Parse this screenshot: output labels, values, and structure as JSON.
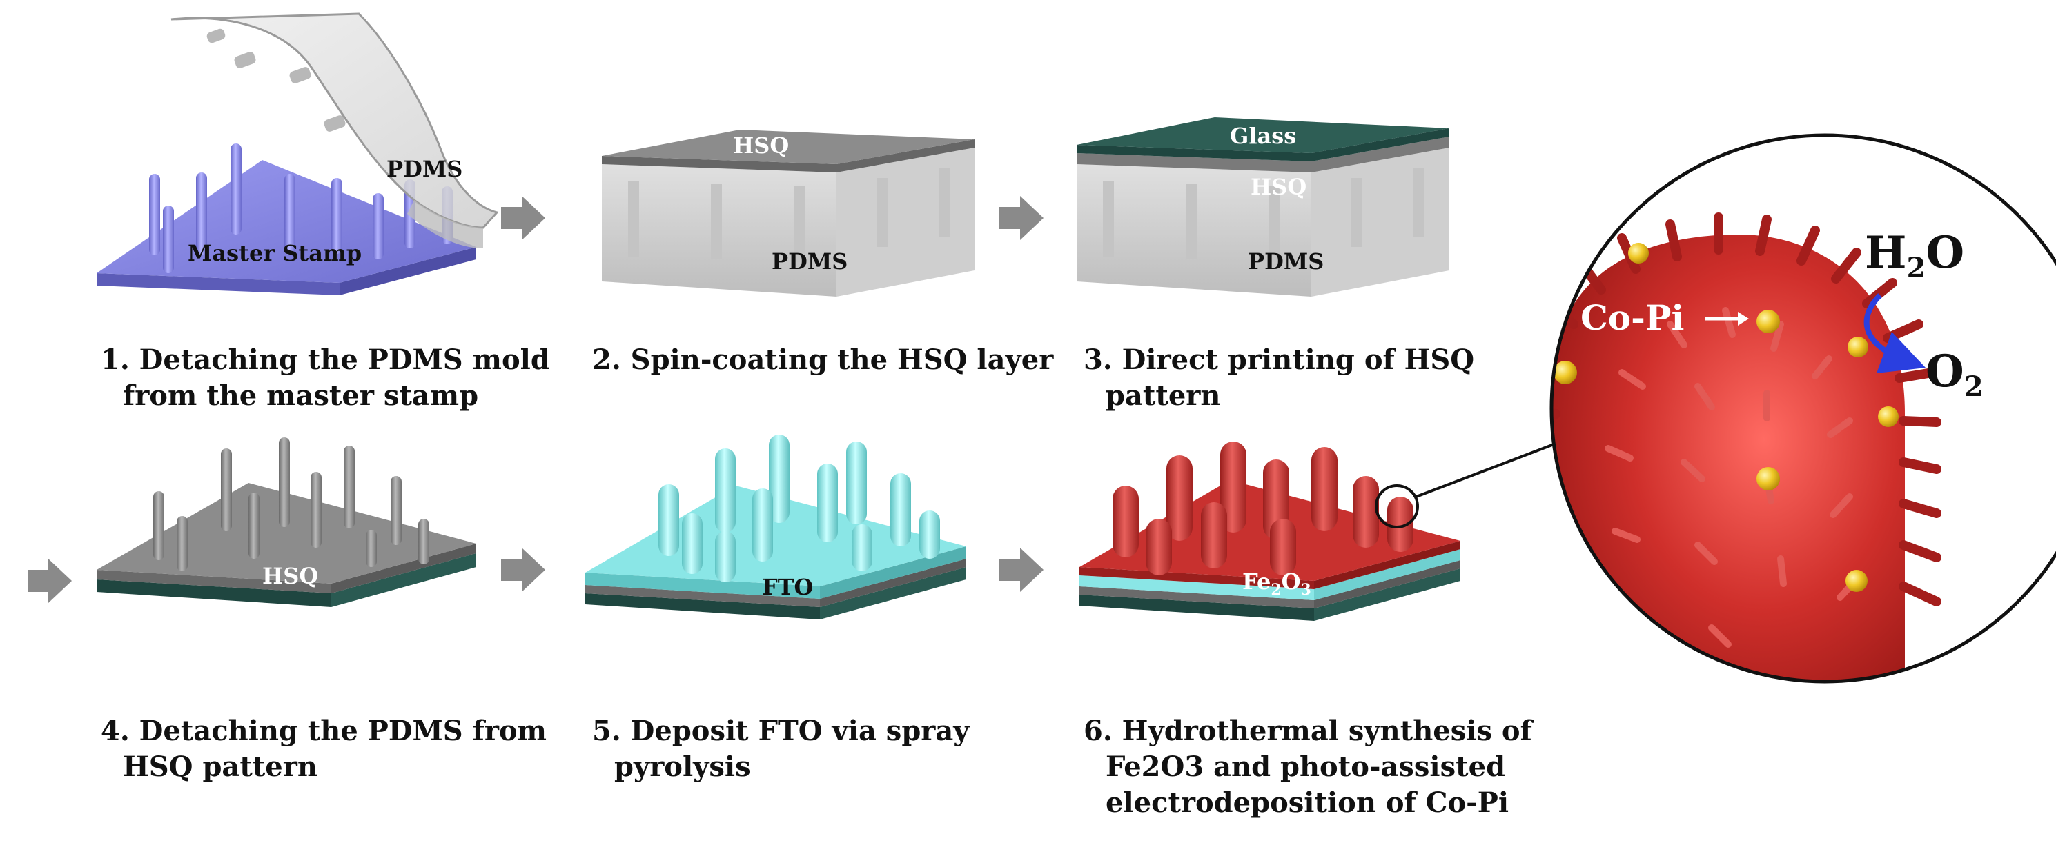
{
  "colors": {
    "arrow": "#8a8a8a",
    "master_stamp": "#7f7fd9",
    "pdms": "#d6d6d6",
    "hsq": "#8c8c8c",
    "glass": "#2e5e55",
    "fto": "#8ae6e6",
    "fe2o3": "#c8312f",
    "cobalt_phosphate": "#e8c32a",
    "reaction_arrow": "#2a3fe0"
  },
  "steps": [
    {
      "labels": {
        "stamp": "Master Stamp",
        "mold": "PDMS"
      },
      "caption": [
        "1. Detaching the PDMS mold",
        "from the master stamp"
      ]
    },
    {
      "labels": {
        "top": "HSQ",
        "bottom": "PDMS"
      },
      "caption": [
        "2. Spin-coating the HSQ layer"
      ]
    },
    {
      "labels": {
        "top": "Glass",
        "middle": "HSQ",
        "bottom": "PDMS"
      },
      "caption": [
        "3. Direct printing of HSQ",
        "pattern"
      ]
    },
    {
      "labels": {
        "top": "HSQ"
      },
      "caption": [
        "4. Detaching the PDMS from",
        "HSQ pattern"
      ]
    },
    {
      "labels": {
        "top": "FTO"
      },
      "caption": [
        "5. Deposit FTO via spray",
        "pyrolysis"
      ]
    },
    {
      "labels": {
        "top_base": "Fe",
        "top_sub": "2",
        "top_tail": "O",
        "top_sub2": "3"
      },
      "caption": [
        "6. Hydrothermal synthesis of",
        "Fe2O3 and photo-assisted",
        "electrodeposition of Co-Pi"
      ]
    }
  ],
  "inset": {
    "catalyst_label": "Co-Pi",
    "reactant": {
      "base": "H",
      "sub": "2",
      "tail": "O"
    },
    "product": {
      "base": "O",
      "sub": "2"
    }
  }
}
